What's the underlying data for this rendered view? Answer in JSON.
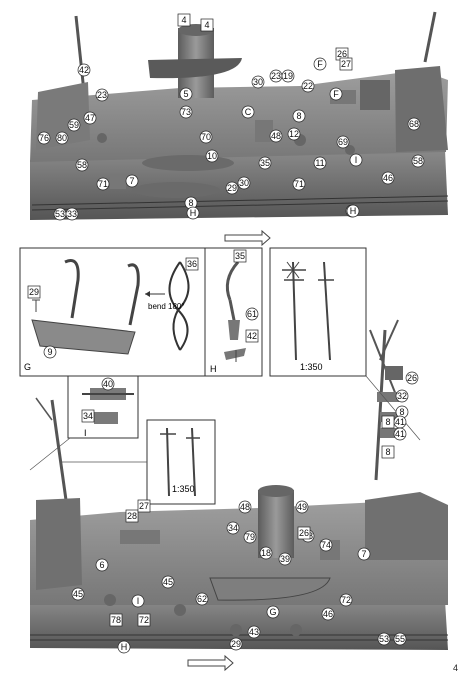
{
  "page": {
    "number": "4"
  },
  "top_view": {
    "callouts_circle": [
      "42",
      "23",
      "47",
      "76",
      "59",
      "80",
      "58",
      "71",
      "53",
      "33",
      "5",
      "30",
      "23",
      "19",
      "22",
      "73",
      "70",
      "48",
      "8",
      "12",
      "10",
      "35",
      "11",
      "29",
      "30",
      "8",
      "71",
      "69",
      "68",
      "46",
      "58",
      "46",
      "7"
    ],
    "callouts_square": [
      "4",
      "4",
      "26",
      "27"
    ],
    "callouts_letter": [
      "F",
      "F",
      "C",
      "I",
      "H",
      "H"
    ]
  },
  "detail_G": {
    "panel_label": "G",
    "part_square": "29",
    "part_circle": "9",
    "bend_label": "bend 180°",
    "wire_part": "36"
  },
  "detail_H": {
    "panel_label": "H",
    "part_square": "35",
    "part_circle": "61",
    "part_square_2": "42"
  },
  "detail_mast": {
    "scale": "1:350"
  },
  "detail_I": {
    "panel_label": "I",
    "part_circle": "40",
    "part_square": "34"
  },
  "detail_mast2": {
    "scale": "1:350"
  },
  "mast_right": {
    "callouts_circle": [
      "26",
      "32",
      "8",
      "41",
      "41"
    ],
    "callouts_square": [
      "8",
      "8"
    ]
  },
  "bottom_view": {
    "callouts_circle": [
      "48",
      "49",
      "34",
      "79",
      "78",
      "18",
      "39",
      "74",
      "7",
      "6",
      "45",
      "45",
      "72",
      "53",
      "55",
      "29",
      "43",
      "46",
      "62"
    ],
    "callouts_square": [
      "28",
      "27",
      "26",
      "78",
      "72"
    ],
    "callouts_letter": [
      "I",
      "G",
      "H"
    ]
  }
}
